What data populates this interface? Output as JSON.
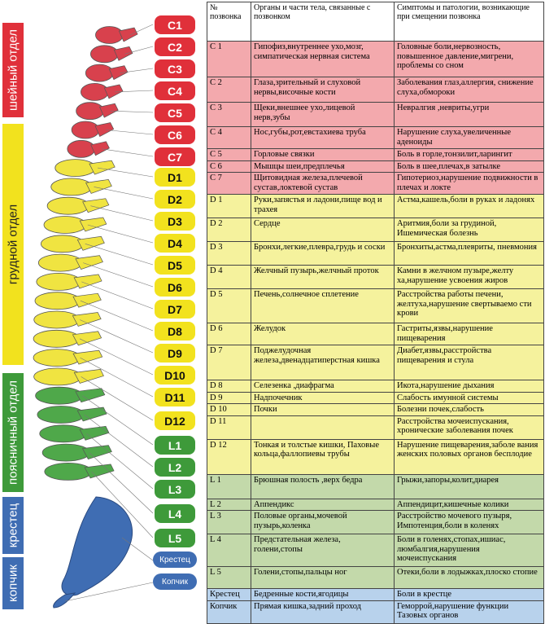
{
  "sections": {
    "cervical": "шейный  отдел",
    "thoracic": "грудной  отдел",
    "lumbar": "поясничный отдел",
    "sacrum": "крестец",
    "coccyx": "копчик"
  },
  "vertebra_labels": [
    "C1",
    "C2",
    "C3",
    "C4",
    "C5",
    "C6",
    "C7",
    "D1",
    "D2",
    "D3",
    "D4",
    "D5",
    "D6",
    "D7",
    "D8",
    "D9",
    "D10",
    "D11",
    "D12",
    "L1",
    "L2",
    "L3",
    "L4",
    "L5",
    "Крестец",
    "Копчик"
  ],
  "colors": {
    "cervical": "#e0303a",
    "thoracic": "#f2e21e",
    "lumbar": "#3e9a3a",
    "sacrum": "#3f6db3",
    "coccyx": "#3f6db3"
  },
  "table": {
    "headers": [
      "№ позвонка",
      "Органы и части тела, связанные с позвонком",
      "Симптомы и патологии, возникающие при смещении позвонка"
    ],
    "rows": [
      {
        "id": "C 1",
        "organs": "Гипофиз,внутреннее ухо,мозг, симпатическая нервная система",
        "symptoms": "Головные боли,нервозность, повышенное давление,мигрени, проблемы со сном"
      },
      {
        "id": "C 2",
        "organs": "Глаза,зрительный и слуховой нервы,височные кости",
        "symptoms": "Заболевания глаз,аллергия, снижение слуха,обмороки"
      },
      {
        "id": "C 3",
        "organs": "Щеки,внешнее ухо,лицевой нерв,зубы",
        "symptoms": "Невралгия ,невриты,угри"
      },
      {
        "id": "C 4",
        "organs": "Нос,губы,рот,евстахиева труба",
        "symptoms": "Нарушение слуха,увеличенные аденоиды"
      },
      {
        "id": "C 5",
        "organs": "Горловые связки",
        "symptoms": "Боль в горле,тонзилит,ларингит"
      },
      {
        "id": "C 6",
        "organs": "Мышцы шеи,предплечья",
        "symptoms": "Боль в шее,плечах,в затылке"
      },
      {
        "id": "C 7",
        "organs": "Щитовидная железа,плечевой сустав,локтевой сустав",
        "symptoms": "Гипотериоз,нарушение подвижности в плечах и локте"
      },
      {
        "id": "D 1",
        "organs": "Руки,запястья и ладони,пище вод и трахея",
        "symptoms": "Астма,кашель,боли в руках и ладонях"
      },
      {
        "id": "D 2",
        "organs": "Сердце",
        "symptoms": "Аритмия,боли за грудиной, Ишемическая болезнь"
      },
      {
        "id": "D 3",
        "organs": "Бронхи,легкие,плевра,грудь и соски",
        "symptoms": "Бронхиты,астма,плевриты, пневмония"
      },
      {
        "id": "D 4",
        "organs": "Желчный пузырь,желчный проток",
        "symptoms": "Камни в желчном пузыре,желту ха,нарушение усвоения жиров"
      },
      {
        "id": "D 5",
        "organs": "Печень,солнечное сплетение",
        "symptoms": "Расстройства работы печени, желтуха,нарушение свертываемо сти крови"
      },
      {
        "id": "D 6",
        "organs": "Желудок",
        "symptoms": "Гастриты,язвы,нарушение пищеварения"
      },
      {
        "id": "D 7",
        "organs": "Поджелудочная железа,двенадцатиперстная кишка",
        "symptoms": "Диабет,язвы,расстройства пищеварения и стула"
      },
      {
        "id": "D 8",
        "organs": "Селезенка ,диафрагма",
        "symptoms": "Икота,нарушение дыхания"
      },
      {
        "id": "D 9",
        "organs": "Надпочечник",
        "symptoms": "Слабость имунной системы"
      },
      {
        "id": "D 10",
        "organs": "Почки",
        "symptoms": "Болезни почек,слабость"
      },
      {
        "id": "D 11",
        "organs": "",
        "symptoms": "Расстройства мочеиспускания, хронические заболевания почек"
      },
      {
        "id": "D 12",
        "organs": "Тонкая и толстые кишки, Паховые кольца,фаллопиевы трубы",
        "symptoms": "Нарушение пищеварения,заболе вания женских половых органов бесплодие"
      },
      {
        "id": "L 1",
        "organs": "Брюшная полость ,верх бедра",
        "symptoms": "Грыжи,запоры,колит,диарея"
      },
      {
        "id": "L 2",
        "organs": "Аппендикс",
        "symptoms": "Аппендицит,кишечные колики"
      },
      {
        "id": "L 3",
        "organs": "Половые органы,мочевой пузырь,коленка",
        "symptoms": "Расстройство мочевого пузыря, Импотенция,боли в коленях"
      },
      {
        "id": "L 4",
        "organs": "Предстательная железа, голени,стопы",
        "symptoms": "Боли в голенях,стопах,ишиас, люмбалгия,нарушения мочеиспускания"
      },
      {
        "id": "L 5",
        "organs": "Голени,стопы,пальцы ног",
        "symptoms": "Отеки,боли в лодыжках,плоско стопие"
      },
      {
        "id": "Крестец",
        "organs": "Бедренные кости,ягодицы",
        "symptoms": "Боли в крестце"
      },
      {
        "id": "Копчик",
        "organs": "Прямая кишка,задний проход",
        "symptoms": "Геморрой,нарушение функции Тазовых органов"
      }
    ]
  }
}
